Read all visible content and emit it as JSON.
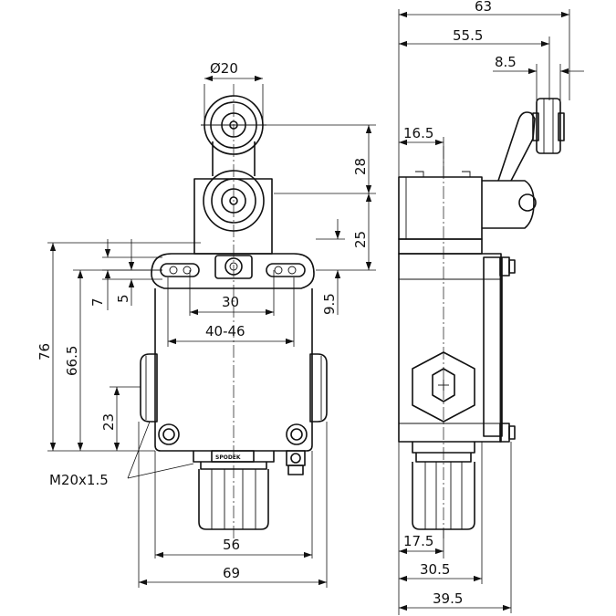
{
  "dims": {
    "top_width": "63",
    "width_55": "55.5",
    "width_8": "8.5",
    "roller_dia": "Ø20",
    "width_16": "16.5",
    "height_28": "28",
    "height_25": "25",
    "height_9": "9.5",
    "height_7": "7",
    "height_5": "5",
    "height_76": "76",
    "height_66": "66.5",
    "height_23": "23",
    "hole_30": "30",
    "hole_40": "40-46",
    "thread": "M20x1.5",
    "base_56": "56",
    "base_69": "69",
    "side_17": "17.5",
    "side_30": "30.5",
    "side_39": "39.5"
  },
  "brand_label": "SPODEK",
  "colors": {
    "line": "#111111",
    "background": "#ffffff"
  }
}
